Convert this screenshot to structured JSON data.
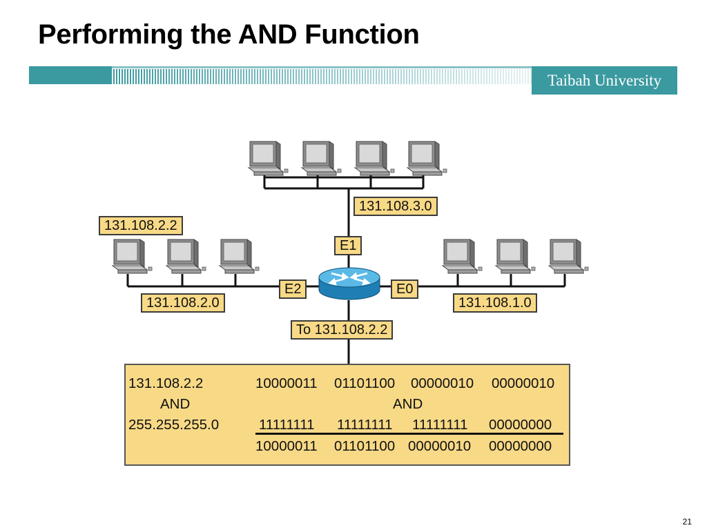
{
  "slide": {
    "title": "Performing the AND Function",
    "brand": "Taibah University",
    "page_number": "21"
  },
  "network": {
    "label_top_network": "131.108.3.0",
    "label_host": "131.108.2.2",
    "label_e1": "E1",
    "label_e2": "E2",
    "label_e0": "E0",
    "label_left_network": "131.108.2.0",
    "label_right_network": "131.108.1.0",
    "label_destination": "To 131.108.2.2",
    "icons": [
      "computer-icon",
      "router-icon"
    ],
    "colors": {
      "label_fill": "#f8d986",
      "router": "#2b9bd4",
      "brand": "#3a9aa0"
    }
  },
  "calculation": {
    "ip": "131.108.2.2",
    "ip_binary": [
      "10000011",
      "01101100",
      "00000010",
      "00000010"
    ],
    "op_left": "AND",
    "op_right": "AND",
    "mask": "255.255.255.0",
    "mask_binary": [
      "11111111",
      "11111111",
      "11111111",
      "00000000"
    ],
    "result_binary": [
      "10000011",
      "01101100",
      "00000010",
      "00000000"
    ]
  }
}
